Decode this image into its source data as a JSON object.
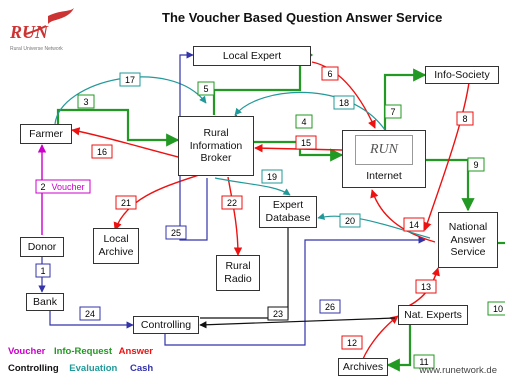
{
  "title": "The Voucher Based Question Answer Service",
  "logo": {
    "text": "RUN",
    "subtitle": "Rural Universe Network",
    "color": "#cc3333"
  },
  "nodes": {
    "local_expert": "Local Expert",
    "info_society": "Info-Society",
    "farmer": "Farmer",
    "rural_information_broker": "Rural\nInformation\nBroker",
    "internet": "Internet",
    "internet_logo": "RUN",
    "national_answer_service": "National\nAnswer\nService",
    "expert_database": "Expert\nDatabase",
    "local_archive": "Local\nArchive",
    "rural_radio": "Rural\nRadio",
    "donor": "Donor",
    "bank": "Bank",
    "controlling": "Controlling",
    "nat_experts": "Nat. Experts",
    "archives": "Archives"
  },
  "edge_labels": {
    "e1": "1",
    "e2": "2",
    "e3": "3",
    "e4": "4",
    "e5": "5",
    "e6": "6",
    "e7": "7",
    "e8": "8",
    "e9": "9",
    "e10": "10",
    "e11": "11",
    "e12": "12",
    "e13": "13",
    "e14": "14",
    "e15": "15",
    "e16": "16",
    "e17": "17",
    "e18": "18",
    "e19": "19",
    "e20": "20",
    "e21": "21",
    "e22": "22",
    "e23": "23",
    "e24": "24",
    "e25": "25",
    "e26": "26",
    "voucher_tag": "Voucher"
  },
  "legend": {
    "voucher": "Voucher",
    "info_request": "Info-Request",
    "answer": "Answer",
    "controlling": "Controlling",
    "evaluation": "Evaluation",
    "cash": "Cash"
  },
  "colors": {
    "voucher": "#cc00cc",
    "info_request": "#229922",
    "answer": "#ee1111",
    "controlling": "#111111",
    "evaluation": "#229999",
    "cash": "#3333aa"
  },
  "footer_url": "www.runetwork.de"
}
